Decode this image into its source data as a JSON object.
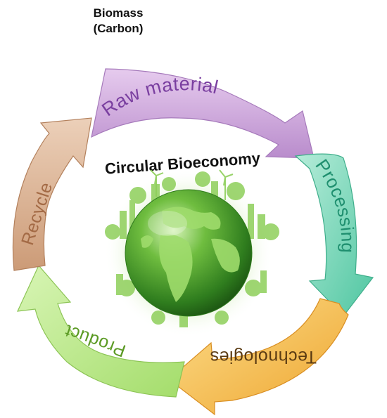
{
  "header": {
    "biomass_line1": "Biomass",
    "biomass_line2": "(Carbon)"
  },
  "center": {
    "title": "Circular Bioeconomy"
  },
  "cycle": {
    "stages": [
      {
        "key": "raw",
        "label": "Raw material",
        "color": "#c99ed8",
        "text_color": "#7a3fa0"
      },
      {
        "key": "processing",
        "label": "Processing",
        "color": "#7fd8be",
        "text_color": "#1f8f6f"
      },
      {
        "key": "technologies",
        "label": "Technologies",
        "color": "#f3b84a",
        "text_color": "#5a3a12"
      },
      {
        "key": "product",
        "label": "Product",
        "color": "#b9e88a",
        "text_color": "#5b9a24"
      },
      {
        "key": "recycle",
        "label": "Recycle",
        "color": "#d9b08f",
        "text_color": "#a36a45"
      }
    ]
  },
  "icons": {
    "globe": "green-earth-globe-icon"
  }
}
